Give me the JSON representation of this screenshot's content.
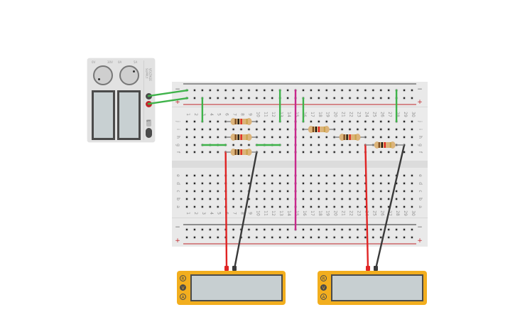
{
  "power_supply": {
    "label": "VOLTAGE SUPPLY",
    "knob_labels": [
      {
        "min": "0V",
        "max": "30V"
      },
      {
        "min": "0A",
        "max": "5A"
      }
    ],
    "switch_label": "OFF",
    "terminal_colors": {
      "negative": "#4a4a4a",
      "positive": "#c0262c"
    }
  },
  "breadboard": {
    "columns": [
      "1",
      "2",
      "3",
      "4",
      "5",
      "6",
      "7",
      "8",
      "9",
      "10",
      "11",
      "12",
      "13",
      "14",
      "15",
      "16",
      "17",
      "18",
      "19",
      "20",
      "21",
      "22",
      "23",
      "24",
      "25",
      "26",
      "27",
      "28",
      "29",
      "30"
    ],
    "top_rows": [
      "j",
      "i",
      "h",
      "g",
      "f"
    ],
    "bottom_rows": [
      "e",
      "d",
      "c",
      "b",
      "a"
    ],
    "rail_minus": "−",
    "rail_plus": "+"
  },
  "resistors": [
    {
      "name": "resistor-1",
      "bands": [
        "#7a4a1e",
        "#111111",
        "#e02020",
        "#c9a24a"
      ],
      "row": "j",
      "from": 6,
      "to": 10
    },
    {
      "name": "resistor-2",
      "bands": [
        "#7a4a1e",
        "#111111",
        "#e02020",
        "#c9a24a"
      ],
      "row": "h",
      "from": 6,
      "to": 10
    },
    {
      "name": "resistor-3",
      "bands": [
        "#7a4a1e",
        "#111111",
        "#e02020",
        "#c9a24a"
      ],
      "row": "f",
      "from": 6,
      "to": 10
    },
    {
      "name": "resistor-4",
      "bands": [
        "#7a4a1e",
        "#111111",
        "#e02020",
        "#c9a24a"
      ],
      "row": "i",
      "from": 16,
      "to": 20
    },
    {
      "name": "resistor-5",
      "bands": [
        "#7a4a1e",
        "#111111",
        "#e02020",
        "#c9a24a"
      ],
      "row": "h",
      "from": 20,
      "to": 24
    },
    {
      "name": "resistor-6",
      "bands": [
        "#7a4a1e",
        "#111111",
        "#e02020",
        "#c9a24a"
      ],
      "row": "g",
      "from": 24,
      "to": 29
    }
  ],
  "multimeters": [
    {
      "name": "multimeter-1",
      "buttons": [
        "R",
        "V",
        "A"
      ],
      "selected": "V"
    },
    {
      "name": "multimeter-2",
      "buttons": [
        "R",
        "V",
        "A"
      ],
      "selected": "V"
    }
  ],
  "colors": {
    "wire_green": "#3fb34a",
    "wire_red": "#e02424",
    "wire_black": "#3a3a3a",
    "wire_pink": "#c8288c",
    "meter_body": "#f2ae1e",
    "rail_red": "#c0262c"
  }
}
